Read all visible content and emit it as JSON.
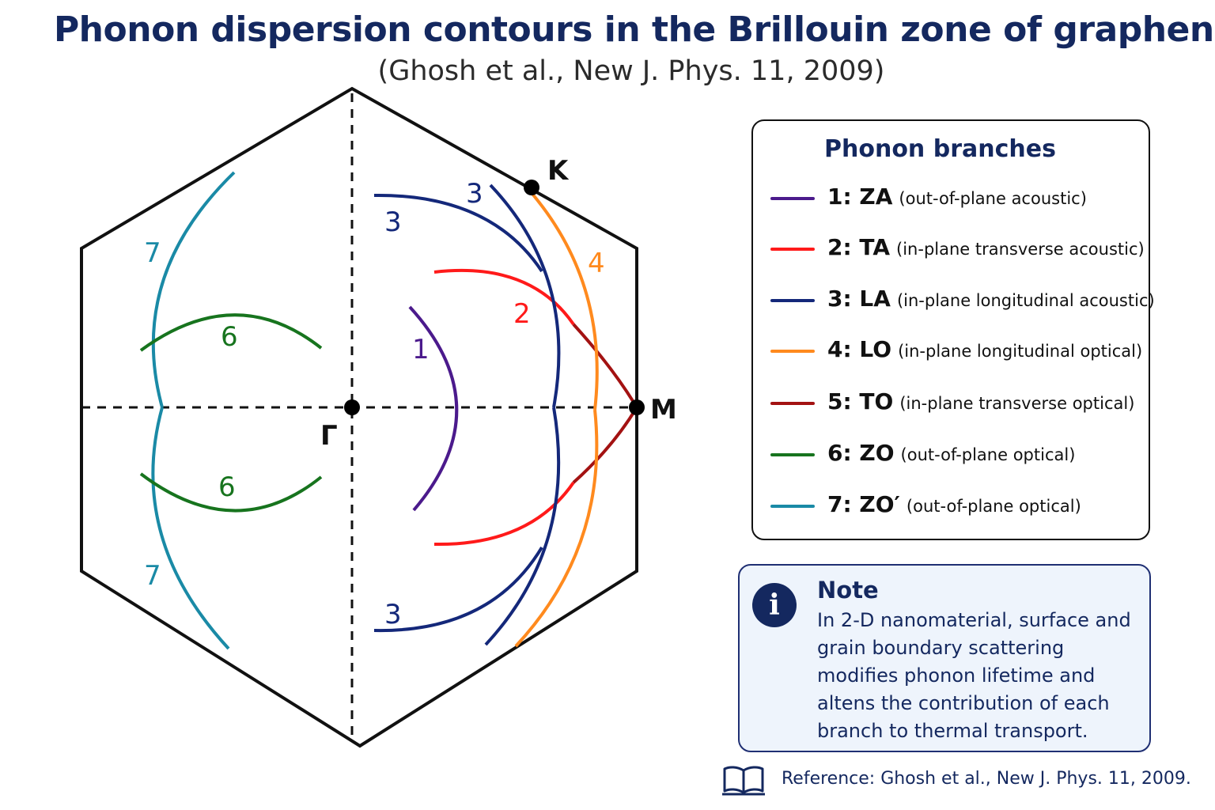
{
  "title": "Phonon dispersion contours in the Brillouin zone of graphene",
  "subtitle": "(Ghosh et al., New J. Phys. 11, 2009)",
  "diagram": {
    "points": {
      "gamma": "Γ",
      "k": "K",
      "m": "M"
    },
    "branch_labels": {
      "za": "1",
      "ta": "2",
      "la_top_left": "3",
      "la_top_right": "3",
      "la_bottom": "3",
      "lo": "4",
      "zo_upper": "6",
      "zo_lower": "6",
      "zo2_upper": "7",
      "zo2_lower": "7"
    },
    "colors": {
      "za": "#4b1a8c",
      "ta": "#ff1a1a",
      "la": "#14287a",
      "lo": "#ff8a1e",
      "to": "#a31212",
      "zo": "#17741e",
      "zo2": "#1a8aa6",
      "outline": "#111111"
    }
  },
  "legend": {
    "title": "Phonon branches",
    "items": [
      {
        "label": "1: ZA",
        "description": "(out-of-plane acoustic)",
        "color": "#4b1a8c"
      },
      {
        "label": "2: TA",
        "description": "(in-plane transverse acoustic)",
        "color": "#ff1a1a"
      },
      {
        "label": "3: LA",
        "description": "(in-plane longitudinal acoustic)",
        "color": "#14287a"
      },
      {
        "label": "4: LO",
        "description": "(in-plane longitudinal optical)",
        "color": "#ff8a1e"
      },
      {
        "label": "5: TO",
        "description": "(in-plane transverse optical)",
        "color": "#a31212"
      },
      {
        "label": "6: ZO",
        "description": "(out-of-plane optical)",
        "color": "#17741e"
      },
      {
        "label": "7: ZO′",
        "description": "(out-of-plane optical)",
        "color": "#1a8aa6"
      }
    ]
  },
  "note": {
    "icon": "info-icon",
    "title": "Note",
    "text": "In 2-D nanomaterial, surface and grain boundary scattering modifies phonon lifetime and altens the contribution of each branch to thermal transport."
  },
  "reference": {
    "icon": "book-icon",
    "text": "Reference: Ghosh et al., New J. Phys. 11, 2009."
  }
}
